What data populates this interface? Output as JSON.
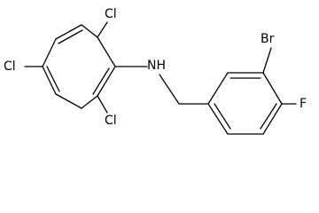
{
  "molecule": {
    "atom_labels": {
      "cl_top": "Cl",
      "cl_left": "Cl",
      "cl_bottom": "Cl",
      "nh": "NH",
      "br": "Br",
      "f": "F"
    }
  }
}
